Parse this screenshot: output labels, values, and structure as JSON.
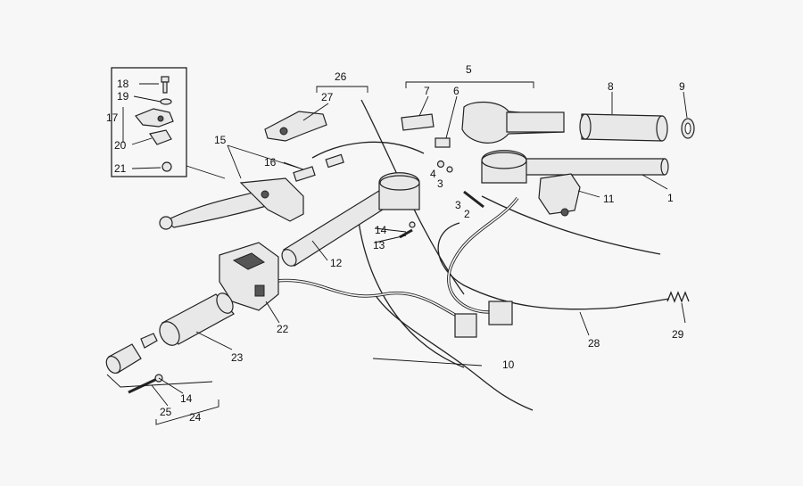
{
  "diagram": {
    "callouts": [
      {
        "id": "c1",
        "label": "1"
      },
      {
        "id": "c2",
        "label": "2"
      },
      {
        "id": "c3a",
        "label": "3"
      },
      {
        "id": "c3b",
        "label": "3"
      },
      {
        "id": "c4",
        "label": "4"
      },
      {
        "id": "c5",
        "label": "5"
      },
      {
        "id": "c6",
        "label": "6"
      },
      {
        "id": "c7",
        "label": "7"
      },
      {
        "id": "c8",
        "label": "8"
      },
      {
        "id": "c9",
        "label": "9"
      },
      {
        "id": "c10",
        "label": "10"
      },
      {
        "id": "c11",
        "label": "11"
      },
      {
        "id": "c12",
        "label": "12"
      },
      {
        "id": "c13",
        "label": "13"
      },
      {
        "id": "c14a",
        "label": "14"
      },
      {
        "id": "c14b",
        "label": "14"
      },
      {
        "id": "c15",
        "label": "15"
      },
      {
        "id": "c16",
        "label": "16"
      },
      {
        "id": "c17",
        "label": "17"
      },
      {
        "id": "c18",
        "label": "18"
      },
      {
        "id": "c19",
        "label": "19"
      },
      {
        "id": "c20",
        "label": "20"
      },
      {
        "id": "c21",
        "label": "21"
      },
      {
        "id": "c22",
        "label": "22"
      },
      {
        "id": "c23",
        "label": "23"
      },
      {
        "id": "c24",
        "label": "24"
      },
      {
        "id": "c25",
        "label": "25"
      },
      {
        "id": "c26",
        "label": "26"
      },
      {
        "id": "c27",
        "label": "27"
      },
      {
        "id": "c28",
        "label": "28"
      },
      {
        "id": "c29",
        "label": "29"
      }
    ]
  }
}
